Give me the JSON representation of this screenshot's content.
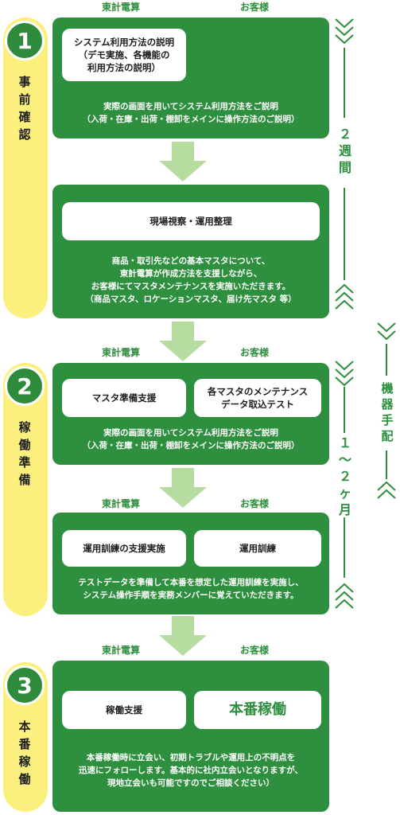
{
  "colors": {
    "green": "#2e8f3e",
    "yellow": "#fbf07d",
    "arrow": "#b6dca0"
  },
  "stages": [
    {
      "number": "1",
      "label": "事\n前\n確\n認"
    },
    {
      "number": "2",
      "label": "稼\n働\n準\n備"
    },
    {
      "number": "3",
      "label": "本\n番\n稼\n働"
    }
  ],
  "headers": {
    "vendor": "東計電算",
    "customer": "お客様"
  },
  "steps": [
    {
      "cards": [
        "システム利用方法の説明\n（デモ実施、各機能の\n利用方法の説明）"
      ],
      "description": "実際の画面を用いてシステム利用方法をご説明\n（入荷・在庫・出荷・棚卸をメインに操作方法のご説明）"
    },
    {
      "cards": [
        "現場視察・運用整理"
      ],
      "description": "商品・取引先などの基本マスタについて、\n東計電算が作成方法を支援しながら、\nお客様にてマスタメンテナンスを実施いただきます。\n（商品マスタ、ロケーションマスタ、届け先マスタ 等）"
    },
    {
      "cards": [
        "マスタ準備支援",
        "各マスタのメンテナンス\nデータ取込テスト"
      ],
      "description": "実際の画面を用いてシステム利用方法をご説明\n（入荷・在庫・出荷・棚卸をメインに操作方法のご説明）"
    },
    {
      "cards": [
        "運用訓練の支援実施",
        "運用訓練"
      ],
      "description": "テストデータを準備して本番を想定した運用訓練を実施し、\nシステム操作手順を実務メンバーに覚えていただきます。"
    },
    {
      "cards": [
        "稼働支援",
        "本番稼働"
      ],
      "description": "本番稼働時に立会い、初期トラブルや運用上の不明点を\n迅速にフォローします。基本的に社内立会いとなりますが、\n現地立会いも可能ですのでご相談ください）"
    }
  ],
  "durations": {
    "two_weeks": "２\n週\n間",
    "one_two_months": "１\n〜\n２\nヶ\n月",
    "equipment": "機\n器\n手\n配"
  }
}
